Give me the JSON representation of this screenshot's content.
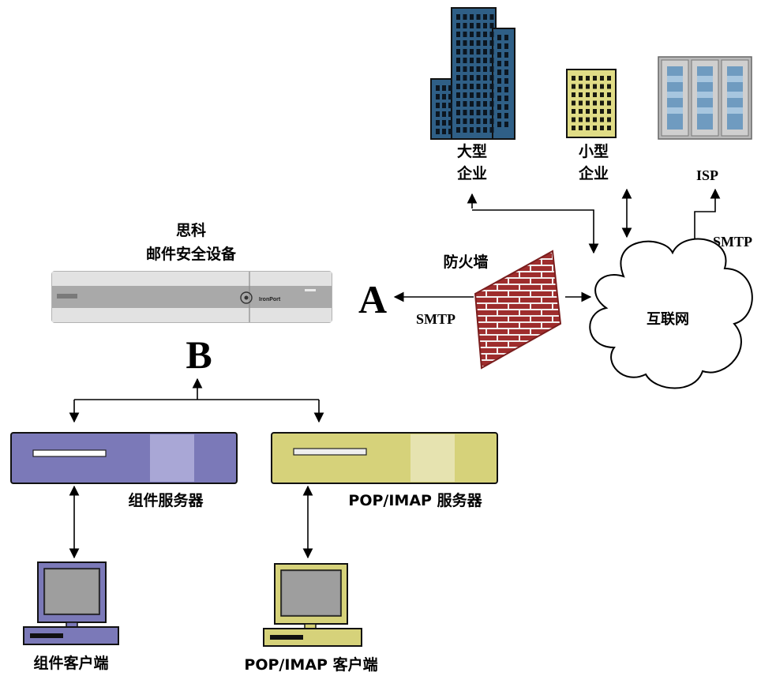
{
  "labels": {
    "large_enterprise_line1": "大型",
    "large_enterprise_line2": "企业",
    "small_enterprise_line1": "小型",
    "small_enterprise_line2": "企业",
    "isp": "ISP",
    "smtp_isp": "SMTP",
    "internet": "互联网",
    "firewall": "防火墙",
    "smtp_firewall": "SMTP",
    "marker_a": "A",
    "marker_b": "B",
    "cisco_line1": "思科",
    "cisco_line2": "邮件安全设备",
    "appliance_brand": "IronPort",
    "groupware_server": "组件服务器",
    "pop_imap_server": "POP/IMAP 服务器",
    "groupware_client": "组件客户端",
    "pop_imap_client": "POP/IMAP 客户端"
  },
  "colors": {
    "large_building": "#2f5f86",
    "small_building": "#e0dc86",
    "isp_rack": "#b9b9b9",
    "firewall_brick": "#9e2d2d",
    "groupware_purple": "#7b79b8",
    "pop_yellow": "#d6d27a",
    "appliance_gray": "#c9c9c9"
  },
  "icons": [
    "large-enterprise-building-icon",
    "small-enterprise-building-icon",
    "isp-server-rack-icon",
    "internet-cloud-icon",
    "firewall-brick-wall-icon",
    "email-security-appliance-icon",
    "groupware-server-icon",
    "pop-imap-server-icon",
    "groupware-client-computer-icon",
    "pop-imap-client-computer-icon"
  ]
}
